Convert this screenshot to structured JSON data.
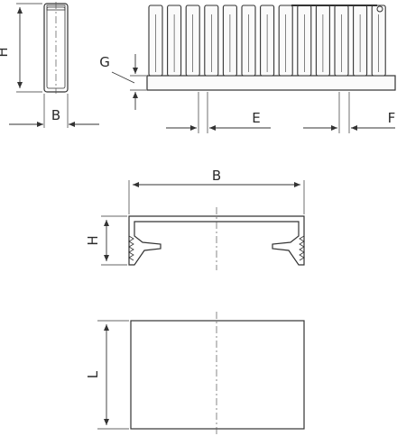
{
  "drawing": {
    "labels": {
      "duct_height": "H",
      "duct_width": "B",
      "slot_width": "G",
      "finger_pitch": "E",
      "slot_pitch": "F",
      "cover_width": "B",
      "cover_height": "H",
      "cover_length": "L"
    },
    "colors": {
      "outline": "#333333",
      "fill": "#ffffff",
      "duct_fill": "#fafafa",
      "centerline": "#555555"
    }
  }
}
